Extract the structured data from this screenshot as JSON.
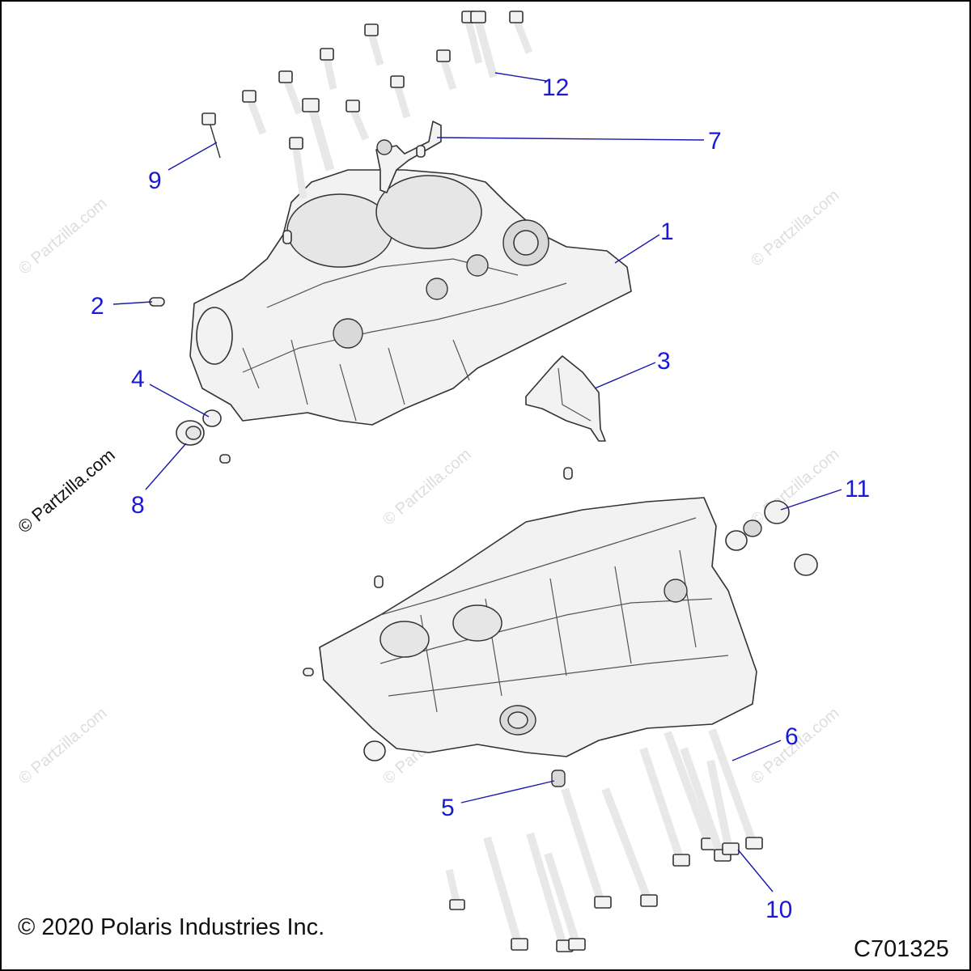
{
  "callouts": [
    {
      "label": "1"
    },
    {
      "label": "2"
    },
    {
      "label": "3"
    },
    {
      "label": "4"
    },
    {
      "label": "5"
    },
    {
      "label": "6"
    },
    {
      "label": "7"
    },
    {
      "label": "8"
    },
    {
      "label": "9"
    },
    {
      "label": "10"
    },
    {
      "label": "11"
    },
    {
      "label": "12"
    }
  ],
  "footer": {
    "copyright": "© 2020 Polaris Industries Inc.",
    "diagram_code": "C701325"
  },
  "watermarks": {
    "primary": "© Partzilla.com",
    "faint": "© Partzilla.com"
  },
  "colors": {
    "callout": "#1a1ad6",
    "leader": "#1a1aa8",
    "part_fill": "#f2f2f2",
    "outline": "#333333"
  }
}
